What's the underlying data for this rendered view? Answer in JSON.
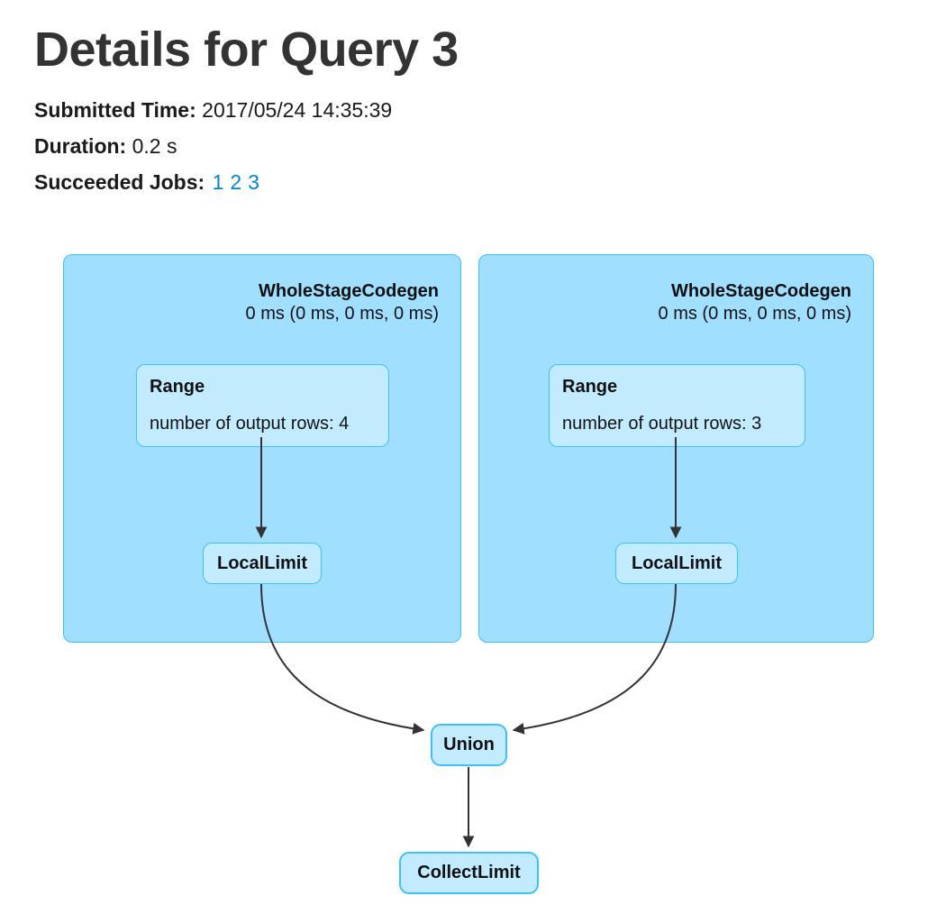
{
  "page": {
    "title": "Details for Query 3"
  },
  "summary": {
    "submitted_time_label": "Submitted Time:",
    "submitted_time_value": "2017/05/24 14:35:39",
    "duration_label": "Duration:",
    "duration_value": "0.2 s",
    "succeeded_jobs_label": "Succeeded Jobs:",
    "job_links": [
      "1",
      "2",
      "3"
    ]
  },
  "graph": {
    "clusters": [
      {
        "name": "WholeStageCodegen",
        "duration": "0 ms (0 ms, 0 ms, 0 ms)",
        "nodes": [
          {
            "title": "Range",
            "metric": "number of output rows: 4"
          },
          {
            "title": "LocalLimit"
          }
        ]
      },
      {
        "name": "WholeStageCodegen",
        "duration": "0 ms (0 ms, 0 ms, 0 ms)",
        "nodes": [
          {
            "title": "Range",
            "metric": "number of output rows: 3"
          },
          {
            "title": "LocalLimit"
          }
        ]
      }
    ],
    "nodes": [
      {
        "title": "Union"
      },
      {
        "title": "CollectLimit"
      }
    ]
  },
  "colors": {
    "cluster_fill": "#A0DFFF",
    "cluster_border": "#3EC0FF",
    "node_fill": "#C3EBFF",
    "node_border": "#3EC0FF",
    "edge": "#333333",
    "link": "#0088CC",
    "heading": "#333333",
    "text": "#1A1A1A"
  }
}
